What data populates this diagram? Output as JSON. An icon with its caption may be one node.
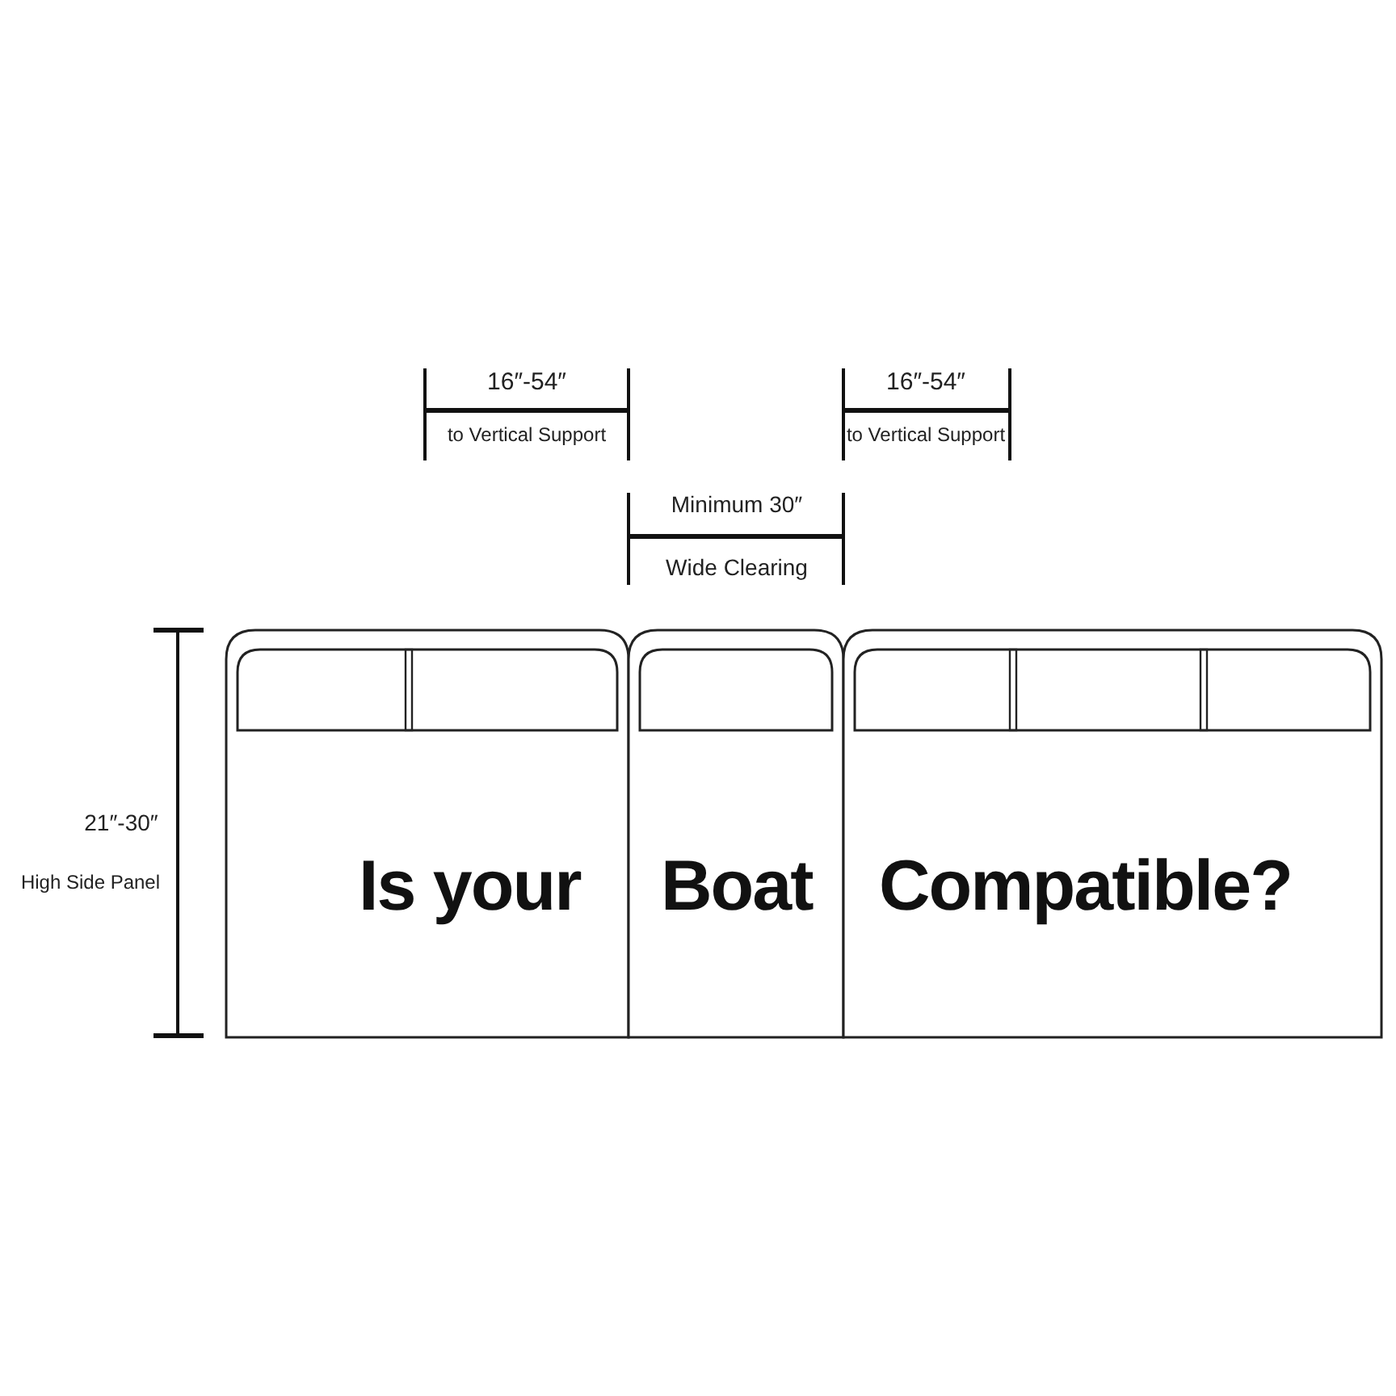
{
  "diagram": {
    "nodes": [
      {
        "text": [
          "Is your"
        ]
      },
      {
        "text": [
          "Boat"
        ]
      },
      {
        "text": [
          "Compatible?"
        ]
      }
    ],
    "labels": [
      "16″-54″",
      "to Vertical Support",
      "16″-54″",
      "to Vertical Support",
      "Minimum 30″",
      "Wide Clearing",
      "21″-30″",
      "High Side Panel"
    ]
  }
}
